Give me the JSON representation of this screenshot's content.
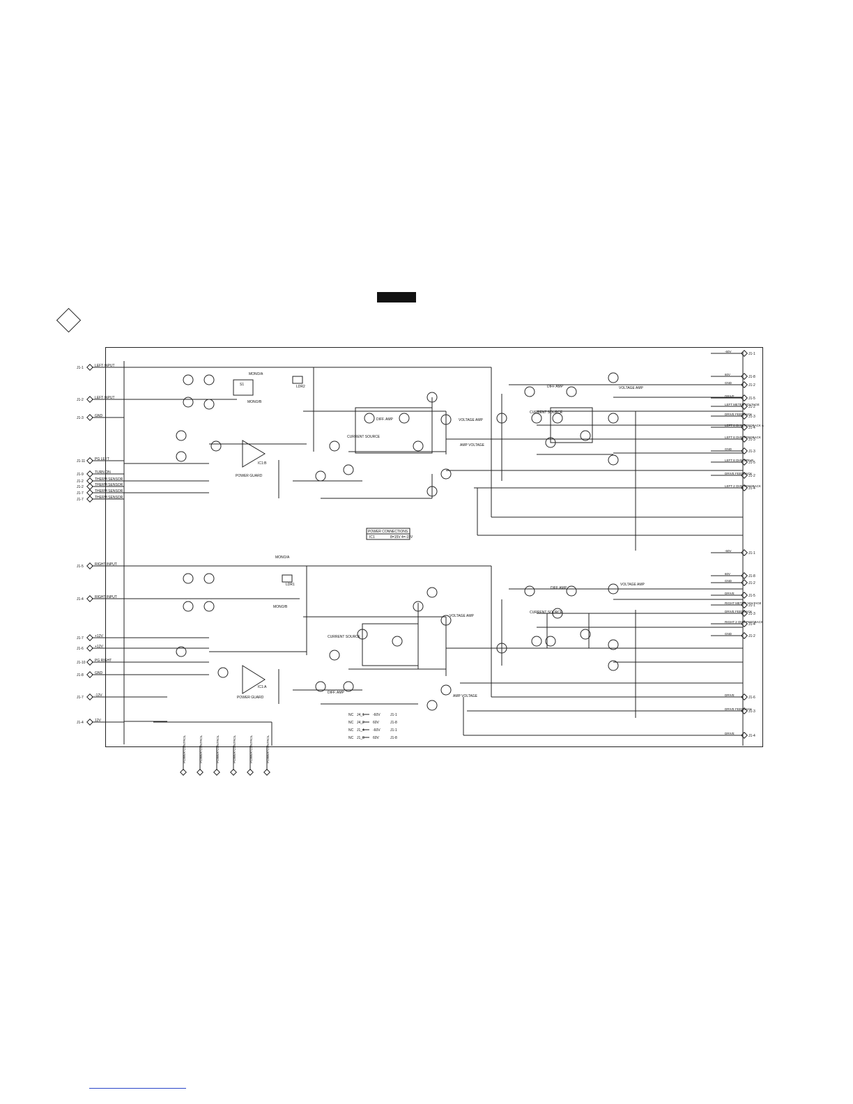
{
  "header": {
    "marker": ""
  },
  "left_terminals": [
    {
      "id": "J1-1",
      "label": "LEFT INPUT"
    },
    {
      "id": "J1-2",
      "label": "LEFT INPUT"
    },
    {
      "id": "J1-3",
      "label": "GND"
    },
    {
      "id": "J1-11",
      "label": "PG LEFT"
    },
    {
      "id": "J1-9",
      "label": "TURN ON"
    },
    {
      "id": "J1-2",
      "label": "THERM SENSOR"
    },
    {
      "id": "J1-2",
      "label": "THERM SENSOR"
    },
    {
      "id": "J1-7",
      "label": "THERM SENSOR"
    },
    {
      "id": "J1-7",
      "label": "THERM SENSOR"
    },
    {
      "id": "J1-5",
      "label": "RIGHT INPUT"
    },
    {
      "id": "J1-4",
      "label": "RIGHT INPUT"
    },
    {
      "id": "J1-7",
      "label": "+12V"
    },
    {
      "id": "J1-6",
      "label": "+12V"
    },
    {
      "id": "J1-10",
      "label": "PG RIGHT"
    },
    {
      "id": "J1-8",
      "label": "GND"
    },
    {
      "id": "J1-7",
      "label": "-12V"
    },
    {
      "id": "J1-4",
      "label": "12V"
    }
  ],
  "right_terminals": [
    {
      "id": "J1-1",
      "label": "-60V"
    },
    {
      "id": "J1-8",
      "label": "60V"
    },
    {
      "id": "J1-2",
      "label": "GND"
    },
    {
      "id": "J1-5",
      "label": "DRIVE"
    },
    {
      "id": "J1-2",
      "label": "LEFT METER VOLTAGE"
    },
    {
      "id": "J1-3",
      "label": "DRIVE FEEDBACK"
    },
    {
      "id": "J1-4",
      "label": "LEFT 8 OHM FEEDBACK A"
    },
    {
      "id": "J1-3",
      "label": "LEFT 8 OHM FEEDBACK"
    },
    {
      "id": "J1-3",
      "label": "GND"
    },
    {
      "id": "J1-5",
      "label": "LEFT 8 OHM DRIVE"
    },
    {
      "id": "J1-2",
      "label": "DRIVE FEEDBACK"
    },
    {
      "id": "J1-4",
      "label": "LEFT 2 OHM FEEDBACK"
    },
    {
      "id": "J1-1",
      "label": "-60V"
    },
    {
      "id": "J1-8",
      "label": "60V"
    },
    {
      "id": "J1-2",
      "label": "GND"
    },
    {
      "id": "J1-5",
      "label": "DRIVE"
    },
    {
      "id": "J1-1",
      "label": "RIGHT METER VOLTAGE"
    },
    {
      "id": "J1-3",
      "label": "DRIVE FEEDBACK"
    },
    {
      "id": "J1-4",
      "label": "RIGHT 2 OHM FEEDBACK"
    },
    {
      "id": "J1-2",
      "label": "GND"
    },
    {
      "id": "J1-6",
      "label": "DRIVE"
    },
    {
      "id": "J1-3",
      "label": "DRIVE FEEDBACK"
    },
    {
      "id": "J1-4",
      "label": "DRIVE"
    }
  ],
  "blocks": {
    "top": [
      {
        "label": "POWER GUARD"
      },
      {
        "label": "IC1:B"
      },
      {
        "label": "MONO/A"
      },
      {
        "label": "MONO/B"
      },
      {
        "label": "LDR2"
      },
      {
        "label": "S1"
      },
      {
        "label": "DIFF. AMP"
      },
      {
        "label": "CURRENT SOURCE"
      },
      {
        "label": "VOLTAGE AMP"
      },
      {
        "label": "DIFF AMP"
      },
      {
        "label": "CURRENT SOURCE"
      },
      {
        "label": "VOLTAGE AMP"
      },
      {
        "label": "AMP VOLTAGE"
      }
    ],
    "bottom": [
      {
        "label": "POWER GUARD"
      },
      {
        "label": "IC1:A"
      },
      {
        "label": "MONO/A"
      },
      {
        "label": "MONO/B"
      },
      {
        "label": "LDR1"
      },
      {
        "label": "DIFF. AMP"
      },
      {
        "label": "CURRENT SOURCE"
      },
      {
        "label": "VOLTAGE AMP"
      },
      {
        "label": "DIFF AMP"
      },
      {
        "label": "CURRENT SOURCE"
      },
      {
        "label": "VOLTAGE AMP"
      },
      {
        "label": "AMP VOLTAGE"
      }
    ]
  },
  "power_table": {
    "title": "POWER CONNECTIONS",
    "rows": [
      {
        "ref": "IC1",
        "value": "8=15V 4=-15V"
      }
    ]
  },
  "nc_rows": [
    {
      "a": "NC",
      "b": "J4_1",
      "c": "-60V",
      "d": "J1-1"
    },
    {
      "a": "NC",
      "b": "J4_2",
      "c": "60V",
      "d": "J1-8"
    },
    {
      "a": "NC",
      "b": "J1_4",
      "c": "-60V",
      "d": "J1-1"
    },
    {
      "a": "NC",
      "b": "J1_8",
      "c": "60V",
      "d": "J1-8"
    }
  ],
  "bottom_connectors": [
    {
      "label": "POWER CONTROL"
    },
    {
      "label": "POWER CONTROL"
    },
    {
      "label": "POWER CONTROL"
    },
    {
      "label": "POWER CONTROL"
    },
    {
      "label": "POWER CONTROL"
    },
    {
      "label": "POWER CONTROL"
    }
  ],
  "colors": {
    "line": "#222222",
    "tab": "#111111",
    "footer_link": "#2a46c9"
  }
}
